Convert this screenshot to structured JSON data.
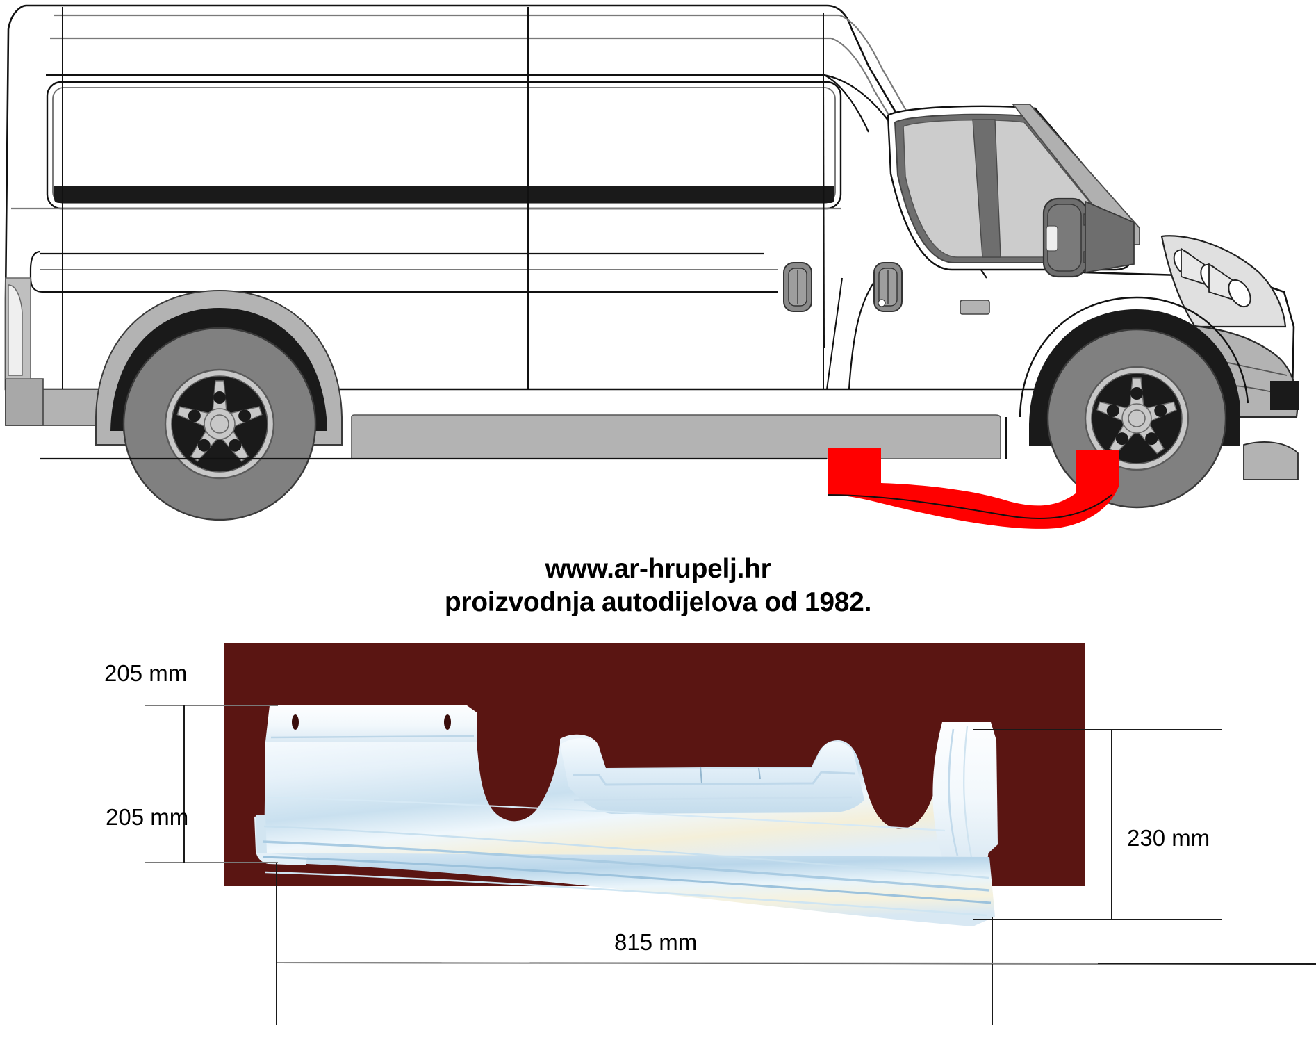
{
  "brand": {
    "website": "www.ar-hrupelj.hr",
    "tagline": "proizvodnja autodijelova od 1982."
  },
  "vehicle_diagram": {
    "view": "side-profile-left",
    "vehicle_type": "panel-van",
    "highlight_color": "#FF0000",
    "highlighted_part": "front-door-sill-rocker-panel",
    "body_color": "#FFFFFF",
    "trim_color": "#B3B3B3",
    "outline_color": "#1A1A1A",
    "tire_color": "#808080",
    "wheel_color": "#C8C8C8",
    "glass_color": "#CCCCCC"
  },
  "part_photo": {
    "background_color": "#5A1512",
    "part_color": "#E8F2F8",
    "description": "sheet-metal sill repair panel"
  },
  "dimensions": {
    "height_left": "205 mm",
    "height_right": "230 mm",
    "length": "815 mm"
  }
}
